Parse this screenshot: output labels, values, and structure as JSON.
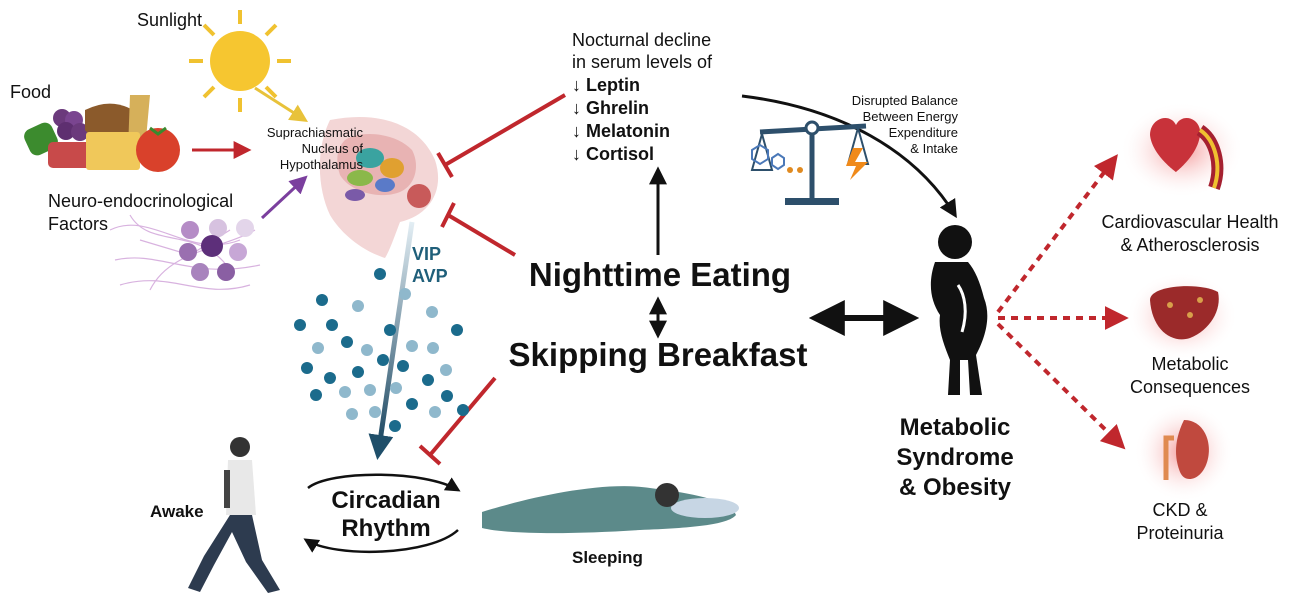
{
  "inputs": {
    "sunlight": "Sunlight",
    "food": "Food",
    "neuro_line1": "Neuro-endocrinological",
    "neuro_line2": "Factors"
  },
  "scn": {
    "line1": "Suprachiasmatic",
    "line2": "Nucleus of",
    "line3": "Hypothalamus"
  },
  "neuropeptides": {
    "vip": "VIP",
    "avp": "AVP"
  },
  "hormones": {
    "intro_line1": "Nocturnal decline",
    "intro_line2": "in serum levels of",
    "items": [
      "↓ Leptin",
      "↓ Ghrelin",
      "↓ Melatonin",
      "↓ Cortisol"
    ]
  },
  "balance": {
    "line1": "Disrupted Balance",
    "line2": "Between Energy",
    "line3": "Expenditure",
    "line4": "& Intake"
  },
  "behaviors": {
    "nighttime_eating": "Nighttime Eating",
    "skipping_breakfast": "Skipping Breakfast"
  },
  "rhythm": {
    "line1": "Circadian",
    "line2": "Rhythm",
    "awake": "Awake",
    "sleeping": "Sleeping"
  },
  "syndrome": {
    "line1": "Metabolic",
    "line2": "Syndrome",
    "line3": "& Obesity"
  },
  "outcomes": {
    "cardio_line1": "Cardiovascular Health",
    "cardio_line2": "& Atherosclerosis",
    "metabolic_line1": "Metabolic",
    "metabolic_line2": "Consequences",
    "ckd_line1": "CKD &",
    "ckd_line2": "Proteinuria"
  },
  "colors": {
    "inhibit_red": "#c0272d",
    "sun_yellow": "#f1c232",
    "neuro_purple": "#7b3f9e",
    "vip_blue": "#1f5f7a",
    "dot_dark": "#1b6b8c",
    "dot_light": "#8fb8cc",
    "outcome_red": "#c0272d",
    "figure_black": "#111111"
  },
  "icons": [
    "sun-icon",
    "food-icon",
    "neurons-icon",
    "hypothalamus-icon",
    "scale-icon",
    "body-icon",
    "heart-icon",
    "liver-icon",
    "kidney-icon",
    "walking-person-icon",
    "sleeping-person-icon"
  ]
}
